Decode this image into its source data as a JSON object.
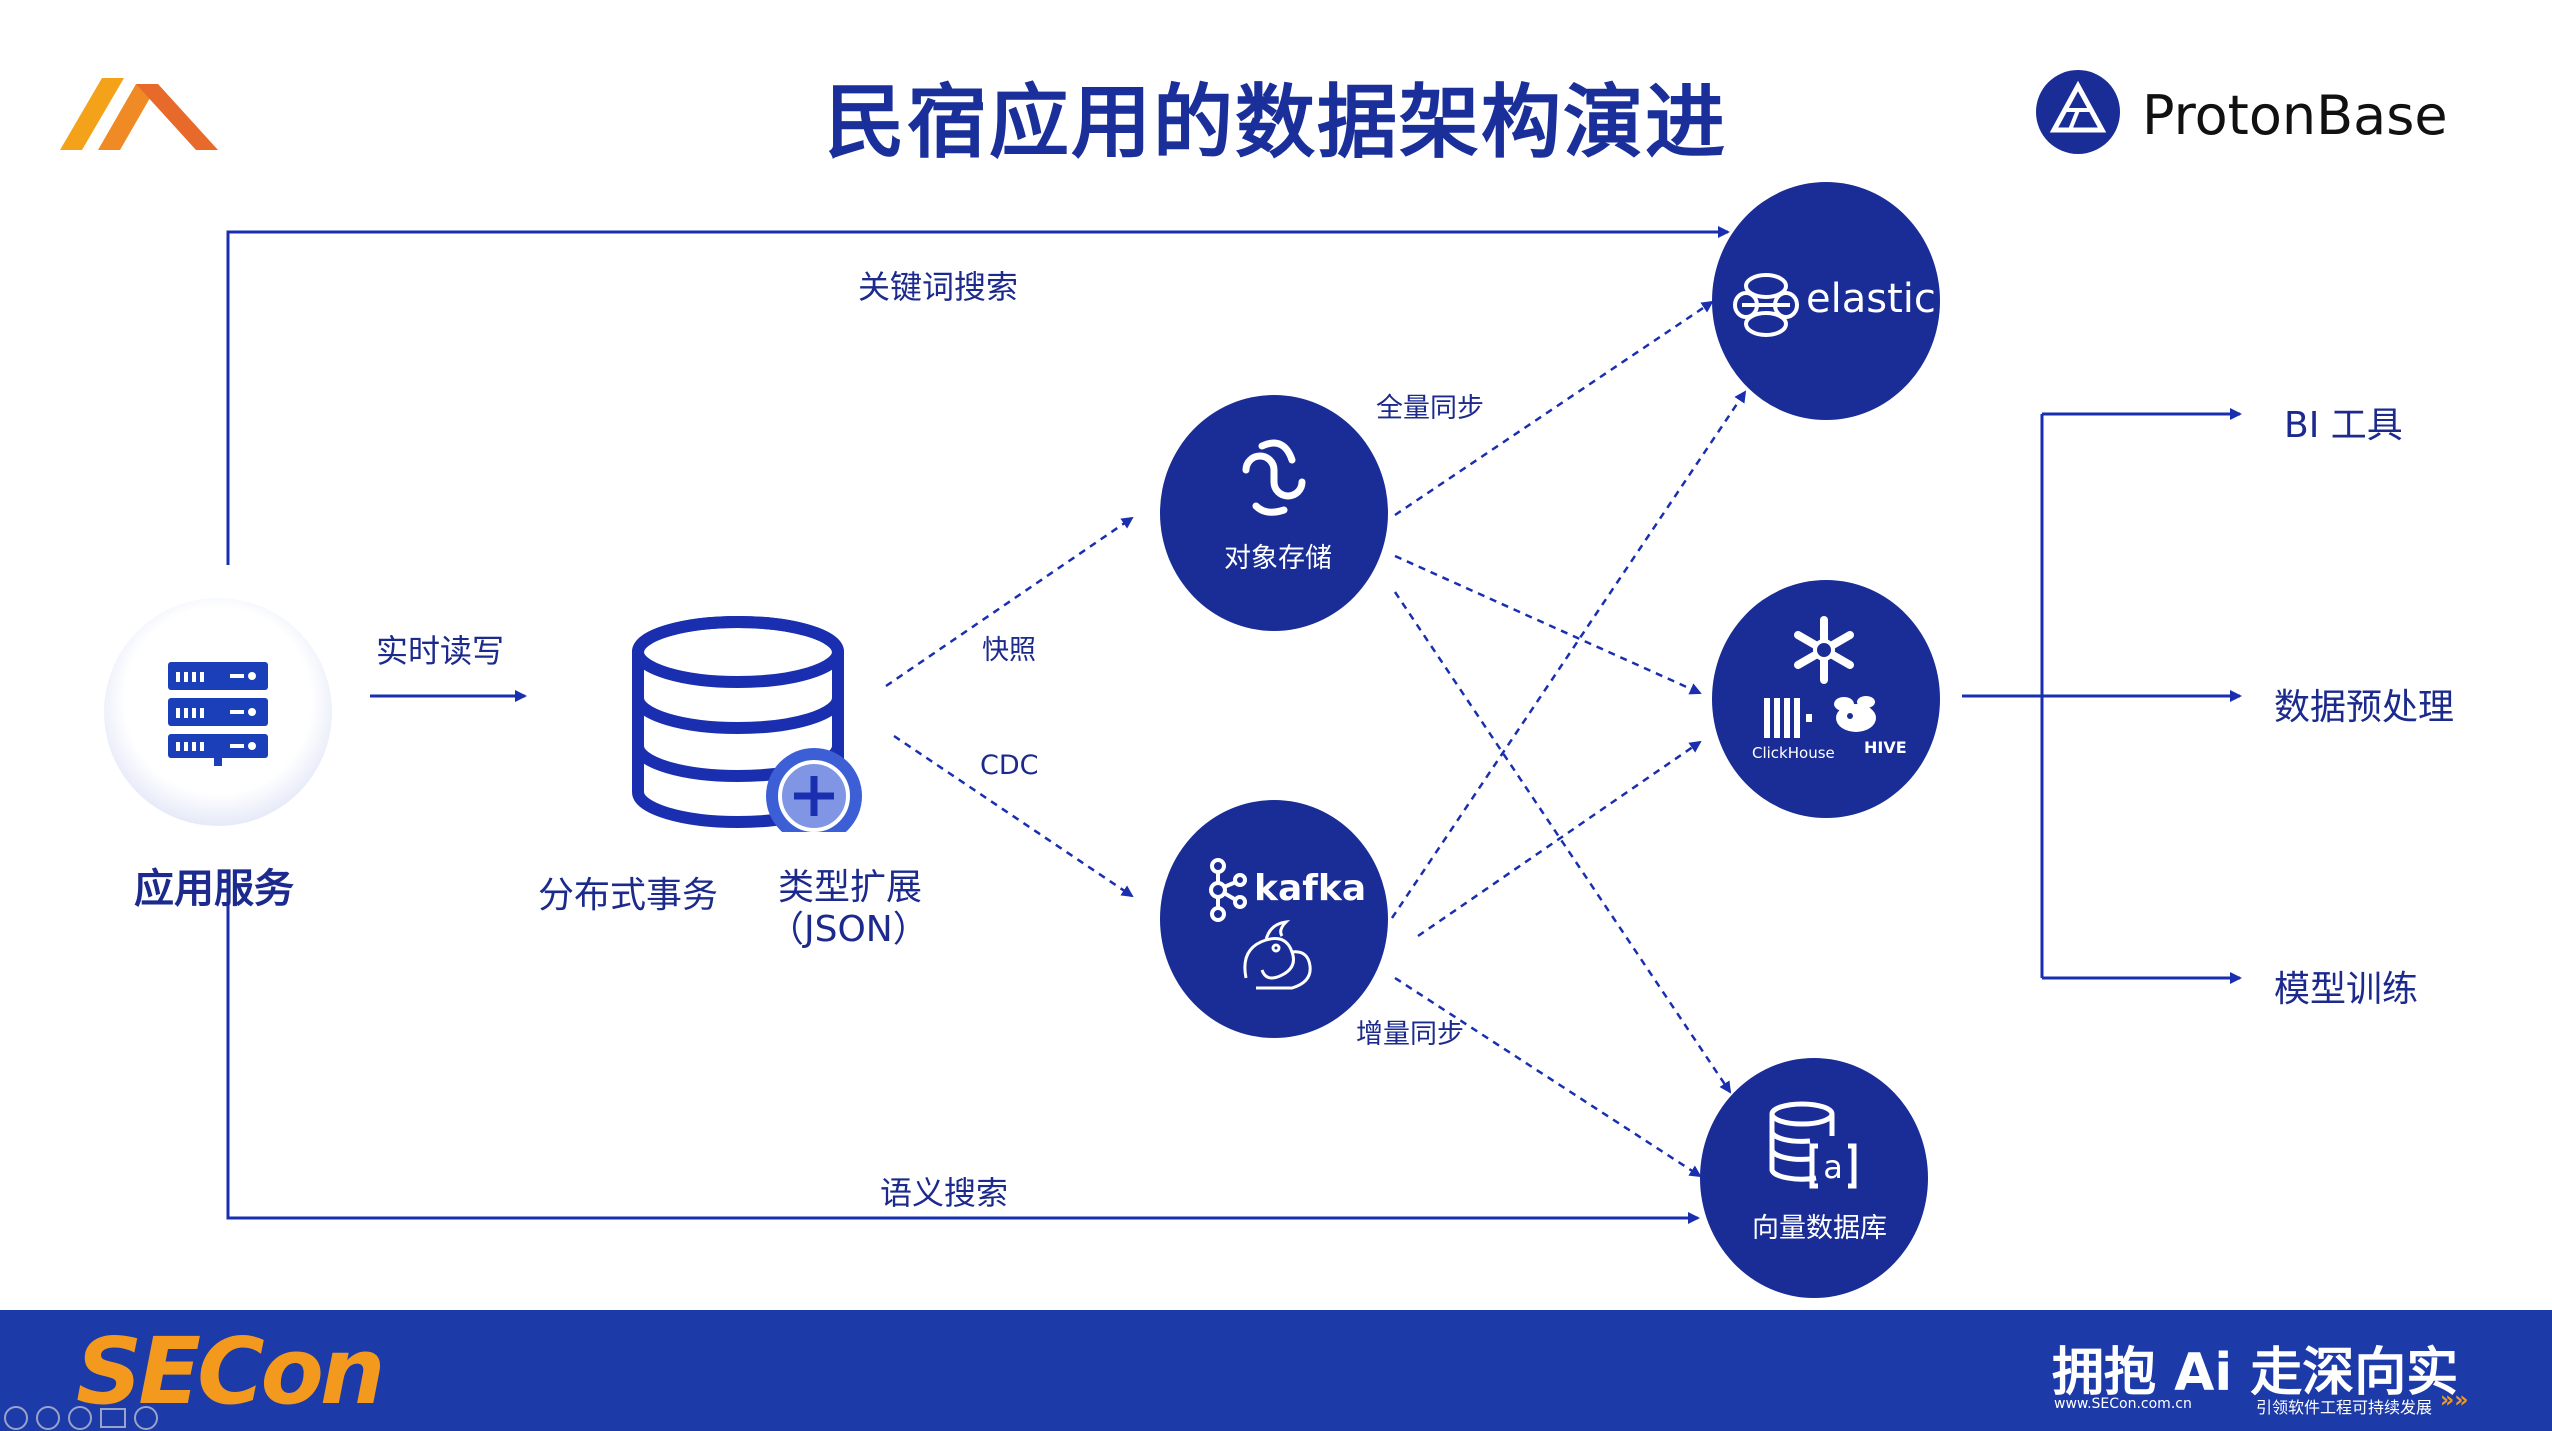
{
  "title": "民宿应用的数据架构演进",
  "brand": {
    "name": "ProtonBase"
  },
  "colors": {
    "primary": "#1a2d96",
    "arrow": "#1a2fb0",
    "footer": "#1c3aa8",
    "accent": "#f3a21a"
  },
  "nodes": {
    "app": "应用服务",
    "db": "分布式事务",
    "type_ext_line1": "类型扩展",
    "type_ext_line2": "（JSON）",
    "object_storage": "对象存储",
    "kafka": "kafka",
    "elastic": "elastic",
    "clickhouse": "ClickHouse",
    "hive": "HIVE",
    "vector_db": "向量数据库"
  },
  "edges": {
    "keyword_search": "关键词搜索",
    "realtime_rw": "实时读写",
    "snapshot": "快照",
    "cdc": "CDC",
    "full_sync": "全量同步",
    "incremental_sync": "增量同步",
    "semantic_search": "语义搜索"
  },
  "outputs": [
    "BI 工具",
    "数据预处理",
    "模型训练"
  ],
  "footer": {
    "event_logo": "SECon",
    "slogan": "拥抱 Ai 走深向实",
    "url": "www.SECon.com.cn",
    "subtitle": "引领软件工程可持续发展"
  }
}
